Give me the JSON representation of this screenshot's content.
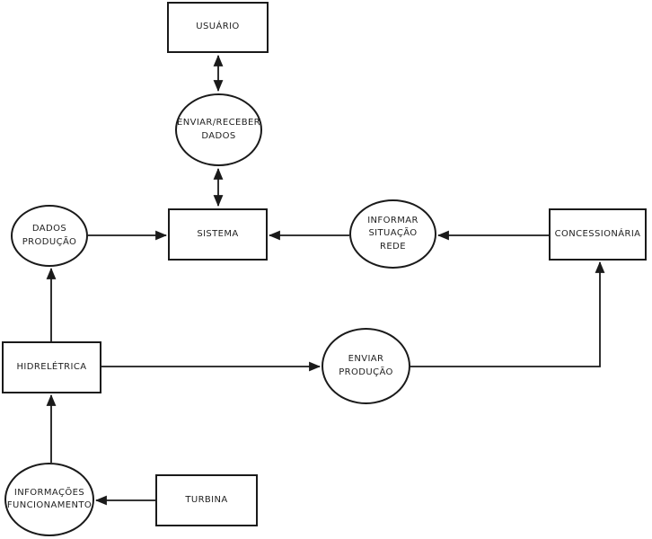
{
  "diagram": {
    "type": "data-flow-diagram",
    "colors": {
      "background": "#ffffff",
      "stroke": "#1a1a1a",
      "text": "#1f1f1f"
    },
    "nodes": {
      "usuario": {
        "label": "USUÁRIO",
        "shape": "rect"
      },
      "enviar_receber_dados": {
        "label": "ENVIAR/RECEBER\nDADOS",
        "shape": "ellipse"
      },
      "sistema": {
        "label": "SISTEMA",
        "shape": "rect"
      },
      "dados_producao": {
        "label": "DADOS\nPRODUÇÃO",
        "shape": "ellipse"
      },
      "informar_situacao": {
        "label": "INFORMAR\nSITUAÇÃO\nREDE",
        "shape": "ellipse"
      },
      "concessionaria": {
        "label": "CONCESSIONÁRIA",
        "shape": "rect"
      },
      "hidreletrica": {
        "label": "HIDRELÉTRICA",
        "shape": "rect"
      },
      "enviar_producao": {
        "label": "ENVIAR\nPRODUÇÃO",
        "shape": "ellipse"
      },
      "informacoes_func": {
        "label": "INFORMAÇÕES\nFUNCIONAMENTO",
        "shape": "ellipse"
      },
      "turbina": {
        "label": "TURBINA",
        "shape": "rect"
      }
    },
    "edges": [
      {
        "from": "usuario",
        "to": "enviar_receber_dados",
        "bidirectional": true
      },
      {
        "from": "enviar_receber_dados",
        "to": "sistema",
        "bidirectional": true
      },
      {
        "from": "dados_producao",
        "to": "sistema",
        "bidirectional": false
      },
      {
        "from": "informar_situacao",
        "to": "sistema",
        "bidirectional": false
      },
      {
        "from": "concessionaria",
        "to": "informar_situacao",
        "bidirectional": false
      },
      {
        "from": "hidreletrica",
        "to": "dados_producao",
        "bidirectional": false
      },
      {
        "from": "hidreletrica",
        "to": "enviar_producao",
        "bidirectional": false
      },
      {
        "from": "enviar_producao",
        "to": "concessionaria",
        "bidirectional": false
      },
      {
        "from": "informacoes_func",
        "to": "hidreletrica",
        "bidirectional": false
      },
      {
        "from": "turbina",
        "to": "informacoes_func",
        "bidirectional": false
      }
    ]
  }
}
